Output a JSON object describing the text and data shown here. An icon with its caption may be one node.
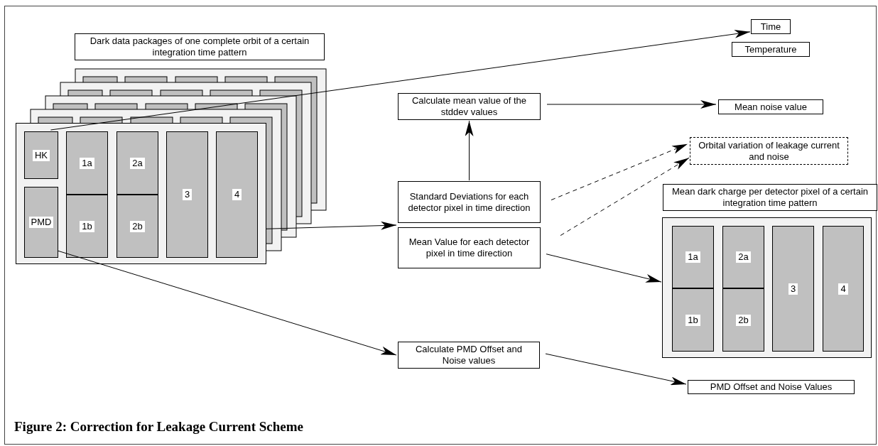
{
  "diagram": {
    "caption": "Figure 2: Correction for Leakage Current Scheme",
    "nodes": [
      {
        "text": [
          "Dark data packages of one complete orbit of a certain integration time pattern"
        ]
      },
      {
        "text": [],
        "shape": "box"
      },
      {
        "text": [
          "HK"
        ],
        "in": 1
      },
      {
        "text": [
          "PMD"
        ],
        "in": 1
      },
      {
        "text": [
          "1a"
        ],
        "in": 1
      },
      {
        "text": [
          "1b"
        ],
        "in": 1
      },
      {
        "text": [
          "2a"
        ],
        "in": 1
      },
      {
        "text": [
          "2b"
        ],
        "in": 1
      },
      {
        "text": [
          "3"
        ],
        "in": 1
      },
      {
        "text": [
          "4"
        ],
        "in": 1
      },
      {
        "text": [
          "Time"
        ]
      },
      {
        "text": [
          "Temperature"
        ]
      },
      {
        "text": [
          "Calculate mean value of the stddev values"
        ]
      },
      {
        "text": [
          "Mean noise value"
        ]
      },
      {
        "text": [
          "Orbital variation of leakage current and noise"
        ]
      },
      {
        "text": [
          "Standard Deviations for each detector pixel in time direction"
        ]
      },
      {
        "text": [
          "Mean Value for each detector pixel in time direction"
        ]
      },
      {
        "text": [
          "Mean dark charge per detector pixel of a certain integration time pattern"
        ]
      },
      {
        "text": [],
        "shape": "box"
      },
      {
        "text": [
          "1a"
        ],
        "in": 18
      },
      {
        "text": [
          "1b"
        ],
        "in": 18
      },
      {
        "text": [
          "2a"
        ],
        "in": 18
      },
      {
        "text": [
          "2b"
        ],
        "in": 18
      },
      {
        "text": [
          "3"
        ],
        "in": 18
      },
      {
        "text": [
          "4"
        ],
        "in": 18
      },
      {
        "text": [
          "Calculate PMD Offset and Noise values"
        ]
      },
      {
        "text": [
          "PMD Offset and Noise Values"
        ]
      }
    ],
    "edges": [
      {
        "from": 2,
        "to": 10,
        "arrow": "to"
      },
      {
        "from": 1,
        "to": 15,
        "arrow": "to"
      },
      {
        "from": 1,
        "to": 16,
        "arrow": "to"
      },
      {
        "from": 15,
        "to": 12,
        "arrow": "to"
      },
      {
        "from": 12,
        "to": 13,
        "arrow": "to"
      },
      {
        "from": 15,
        "to": 14,
        "arrow": "to",
        "style": "dashed"
      },
      {
        "from": 16,
        "to": 14,
        "arrow": "to",
        "style": "dashed"
      },
      {
        "from": 16,
        "to": 18,
        "arrow": "to"
      },
      {
        "from": 3,
        "to": 25,
        "arrow": "to"
      },
      {
        "from": 25,
        "to": 26,
        "arrow": "to"
      }
    ]
  }
}
